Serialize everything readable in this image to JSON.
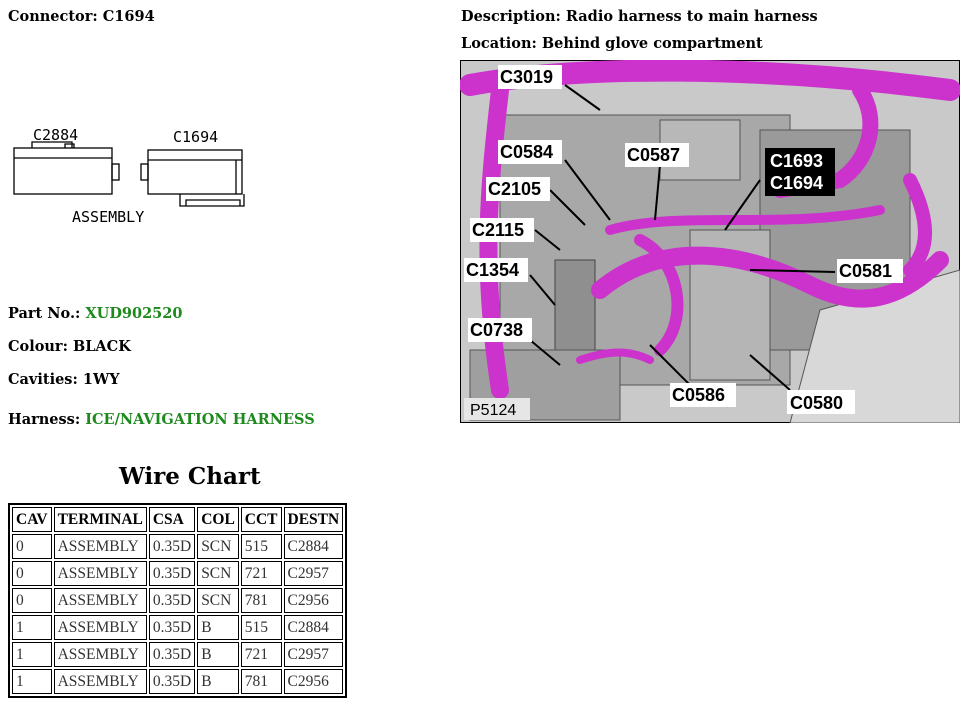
{
  "header": {
    "connector": {
      "label": "Connector: ",
      "value": "C1694"
    },
    "description": {
      "label": "Description: ",
      "value": "Radio harness to main harness"
    },
    "location": {
      "label": "Location: ",
      "value": "Behind glove compartment"
    }
  },
  "diagram": {
    "left_connector": "C2884",
    "right_connector": "C1694",
    "caption": "ASSEMBLY"
  },
  "details": {
    "part_no": {
      "label": "Part No.: ",
      "value": "XUD902520"
    },
    "colour": {
      "label": "Colour: ",
      "value": "BLACK"
    },
    "cavities": {
      "label": "Cavities: ",
      "value": "1WY"
    },
    "harness": {
      "label": "Harness: ",
      "value": "ICE/NAVIGATION HARNESS"
    }
  },
  "photo": {
    "id": "P5124",
    "callouts": [
      "C3019",
      "C0584",
      "C0587",
      "C1693",
      "C1694",
      "C2105",
      "C2115",
      "C1354",
      "C0581",
      "C0738",
      "C0586",
      "C0580"
    ]
  },
  "wire_chart": {
    "title": "Wire Chart",
    "columns": [
      "CAV",
      "TERMINAL",
      "CSA",
      "COL",
      "CCT",
      "DESTN"
    ],
    "rows": [
      [
        "0",
        "ASSEMBLY",
        "0.35D",
        "SCN",
        "515",
        "C2884"
      ],
      [
        "0",
        "ASSEMBLY",
        "0.35D",
        "SCN",
        "721",
        "C2957"
      ],
      [
        "0",
        "ASSEMBLY",
        "0.35D",
        "SCN",
        "781",
        "C2956"
      ],
      [
        "1",
        "ASSEMBLY",
        "0.35D",
        "B",
        "515",
        "C2884"
      ],
      [
        "1",
        "ASSEMBLY",
        "0.35D",
        "B",
        "721",
        "C2957"
      ],
      [
        "1",
        "ASSEMBLY",
        "0.35D",
        "B",
        "781",
        "C2956"
      ]
    ]
  },
  "colors": {
    "harness": "#cc33cc",
    "accent_text": "#1e8a1e"
  }
}
